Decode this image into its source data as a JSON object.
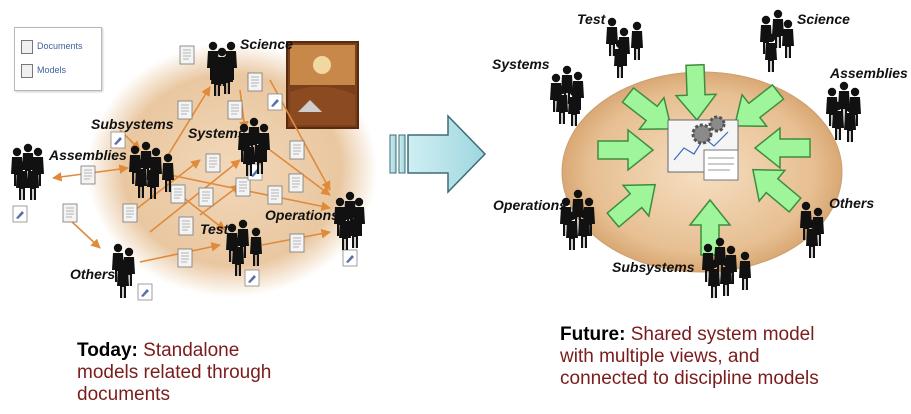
{
  "legend": {
    "documents_label": "Documents",
    "models_label": "Models"
  },
  "left_panel": {
    "groups": {
      "science": "Science",
      "subsystems": "Subsystems",
      "systems": "Systems",
      "assemblies": "Assemblies",
      "operations": "Operations",
      "test": "Test",
      "others": "Others"
    },
    "caption_head": "Today:",
    "caption_rest_1": " Standalone",
    "caption_line_2": "models related through",
    "caption_line_3": "documents"
  },
  "right_panel": {
    "groups": {
      "test": "Test",
      "science": "Science",
      "systems": "Systems",
      "assemblies": "Assemblies",
      "operations": "Operations",
      "others": "Others",
      "subsystems": "Subsystems"
    },
    "caption_head": "Future:",
    "caption_rest_1": " Shared system model",
    "caption_line_2": "with multiple views, and",
    "caption_line_3": "connected to discipline models"
  },
  "colors": {
    "ellipse_fill": "#e9c7a0",
    "arrow_orange": "#e08a3c",
    "arrow_green": "#9ef59a",
    "arrow_green_stroke": "#3f8c3f",
    "big_arrow_fill": "#a9dde6",
    "caption_text": "#7a1c1c"
  }
}
